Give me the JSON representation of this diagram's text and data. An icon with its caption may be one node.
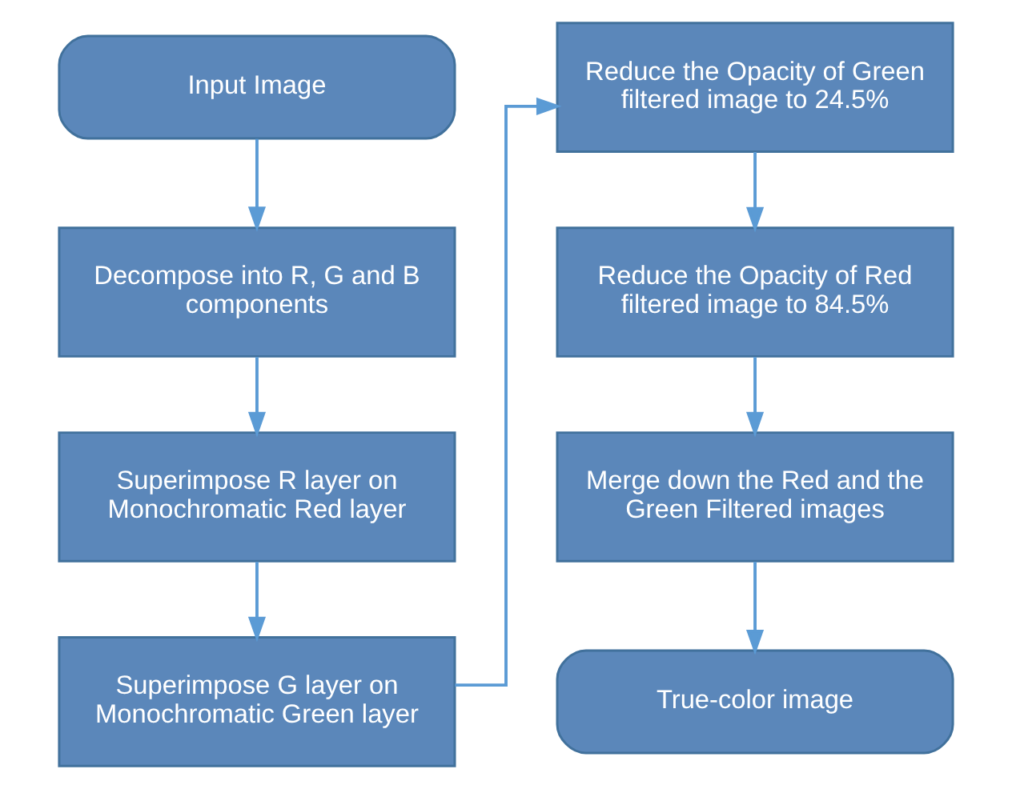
{
  "diagram": {
    "nodes": [
      {
        "text": [
          "Input Image"
        ]
      },
      {
        "text": [
          "Decompose into R, G and B components"
        ]
      },
      {
        "text": [
          "Superimpose R layer on Monochromatic Red layer"
        ]
      },
      {
        "text": [
          "Superimpose G layer on Monochromatic Green layer"
        ]
      },
      {
        "text": [
          "Reduce the Opacity of Green filtered image to 24.5%"
        ]
      },
      {
        "text": [
          "Reduce the Opacity of Red filtered image to 84.5%"
        ]
      },
      {
        "text": [
          "Merge down the Red and the Green Filtered images"
        ]
      },
      {
        "text": [
          "True-color image"
        ]
      }
    ],
    "edges": [
      {
        "from": 0,
        "to": 1,
        "arrow": "to"
      },
      {
        "from": 1,
        "to": 2,
        "arrow": "to"
      },
      {
        "from": 2,
        "to": 3,
        "arrow": "to"
      },
      {
        "from": 3,
        "to": 4,
        "arrow": "to"
      },
      {
        "from": 4,
        "to": 5,
        "arrow": "to"
      },
      {
        "from": 5,
        "to": 6,
        "arrow": "to"
      },
      {
        "from": 6,
        "to": 7,
        "arrow": "to"
      }
    ]
  }
}
